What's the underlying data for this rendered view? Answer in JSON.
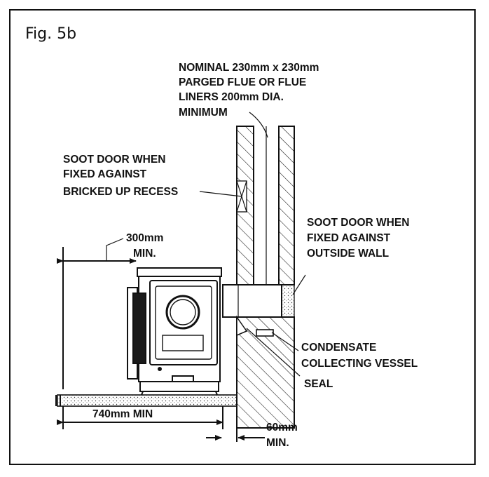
{
  "figure": {
    "title": "Fig. 5b",
    "labels": {
      "flue_note": [
        "NOMINAL 230mm x 230mm",
        "PARGED FLUE OR FLUE",
        "LINERS 200mm DIA.",
        "MINIMUM"
      ],
      "soot_door_recess": [
        "SOOT DOOR WHEN",
        "FIXED AGAINST",
        "BRICKED UP RECESS"
      ],
      "soot_door_wall": [
        "SOOT DOOR WHEN",
        "FIXED AGAINST",
        "OUTSIDE WALL"
      ],
      "clearance_side": [
        "300mm",
        "MIN."
      ],
      "hearth_depth": "740mm MIN",
      "condensate": [
        "CONDENSATE",
        "COLLECTING VESSEL"
      ],
      "seal": "SEAL",
      "clearance_wall": [
        "60mm",
        "MIN."
      ]
    }
  }
}
